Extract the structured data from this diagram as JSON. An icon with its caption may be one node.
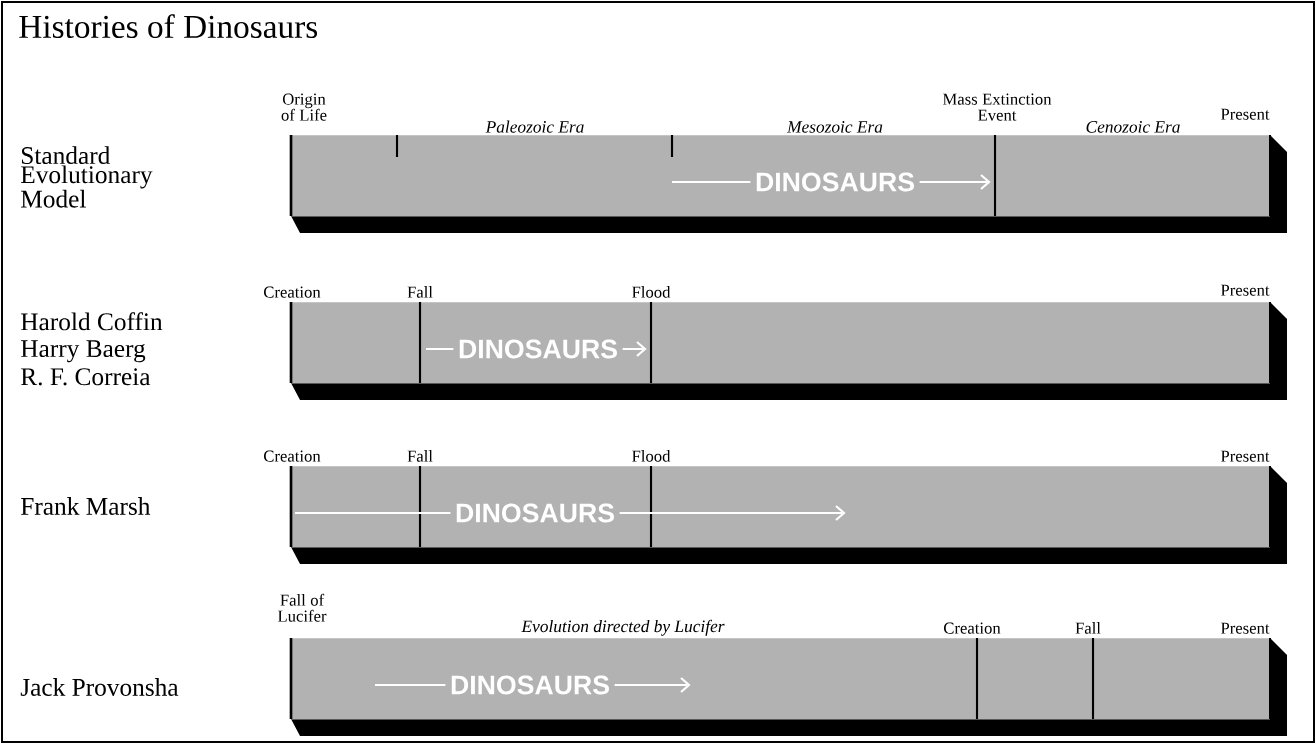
{
  "diagram": {
    "title": "Histories of Dinosaurs",
    "nodes": [
      {
        "text": [
          "DINOSAURS"
        ],
        "beside": [
          "Origin of Life",
          "Paleozoic Era",
          "Mesozoic Era",
          "Mass Extinction Event",
          "Cenozoic Era",
          "Present"
        ]
      },
      {
        "text": [
          "DINOSAURS"
        ],
        "beside": [
          "Creation",
          "Fall",
          "Flood",
          "Present"
        ]
      },
      {
        "text": [
          "DINOSAURS"
        ],
        "beside": [
          "Creation",
          "Fall",
          "Flood",
          "Present"
        ]
      },
      {
        "text": [
          "DINOSAURS"
        ],
        "beside": [
          "Fall of Lucifer",
          "Evolution directed by Lucifer",
          "Creation",
          "Fall",
          "Present"
        ]
      }
    ],
    "labels": [
      "Standard Evolutionary Model",
      "Harold Coffin",
      "Harry Baerg",
      "R. F. Correia",
      "Frank Marsh",
      "Jack Provonsha"
    ]
  }
}
